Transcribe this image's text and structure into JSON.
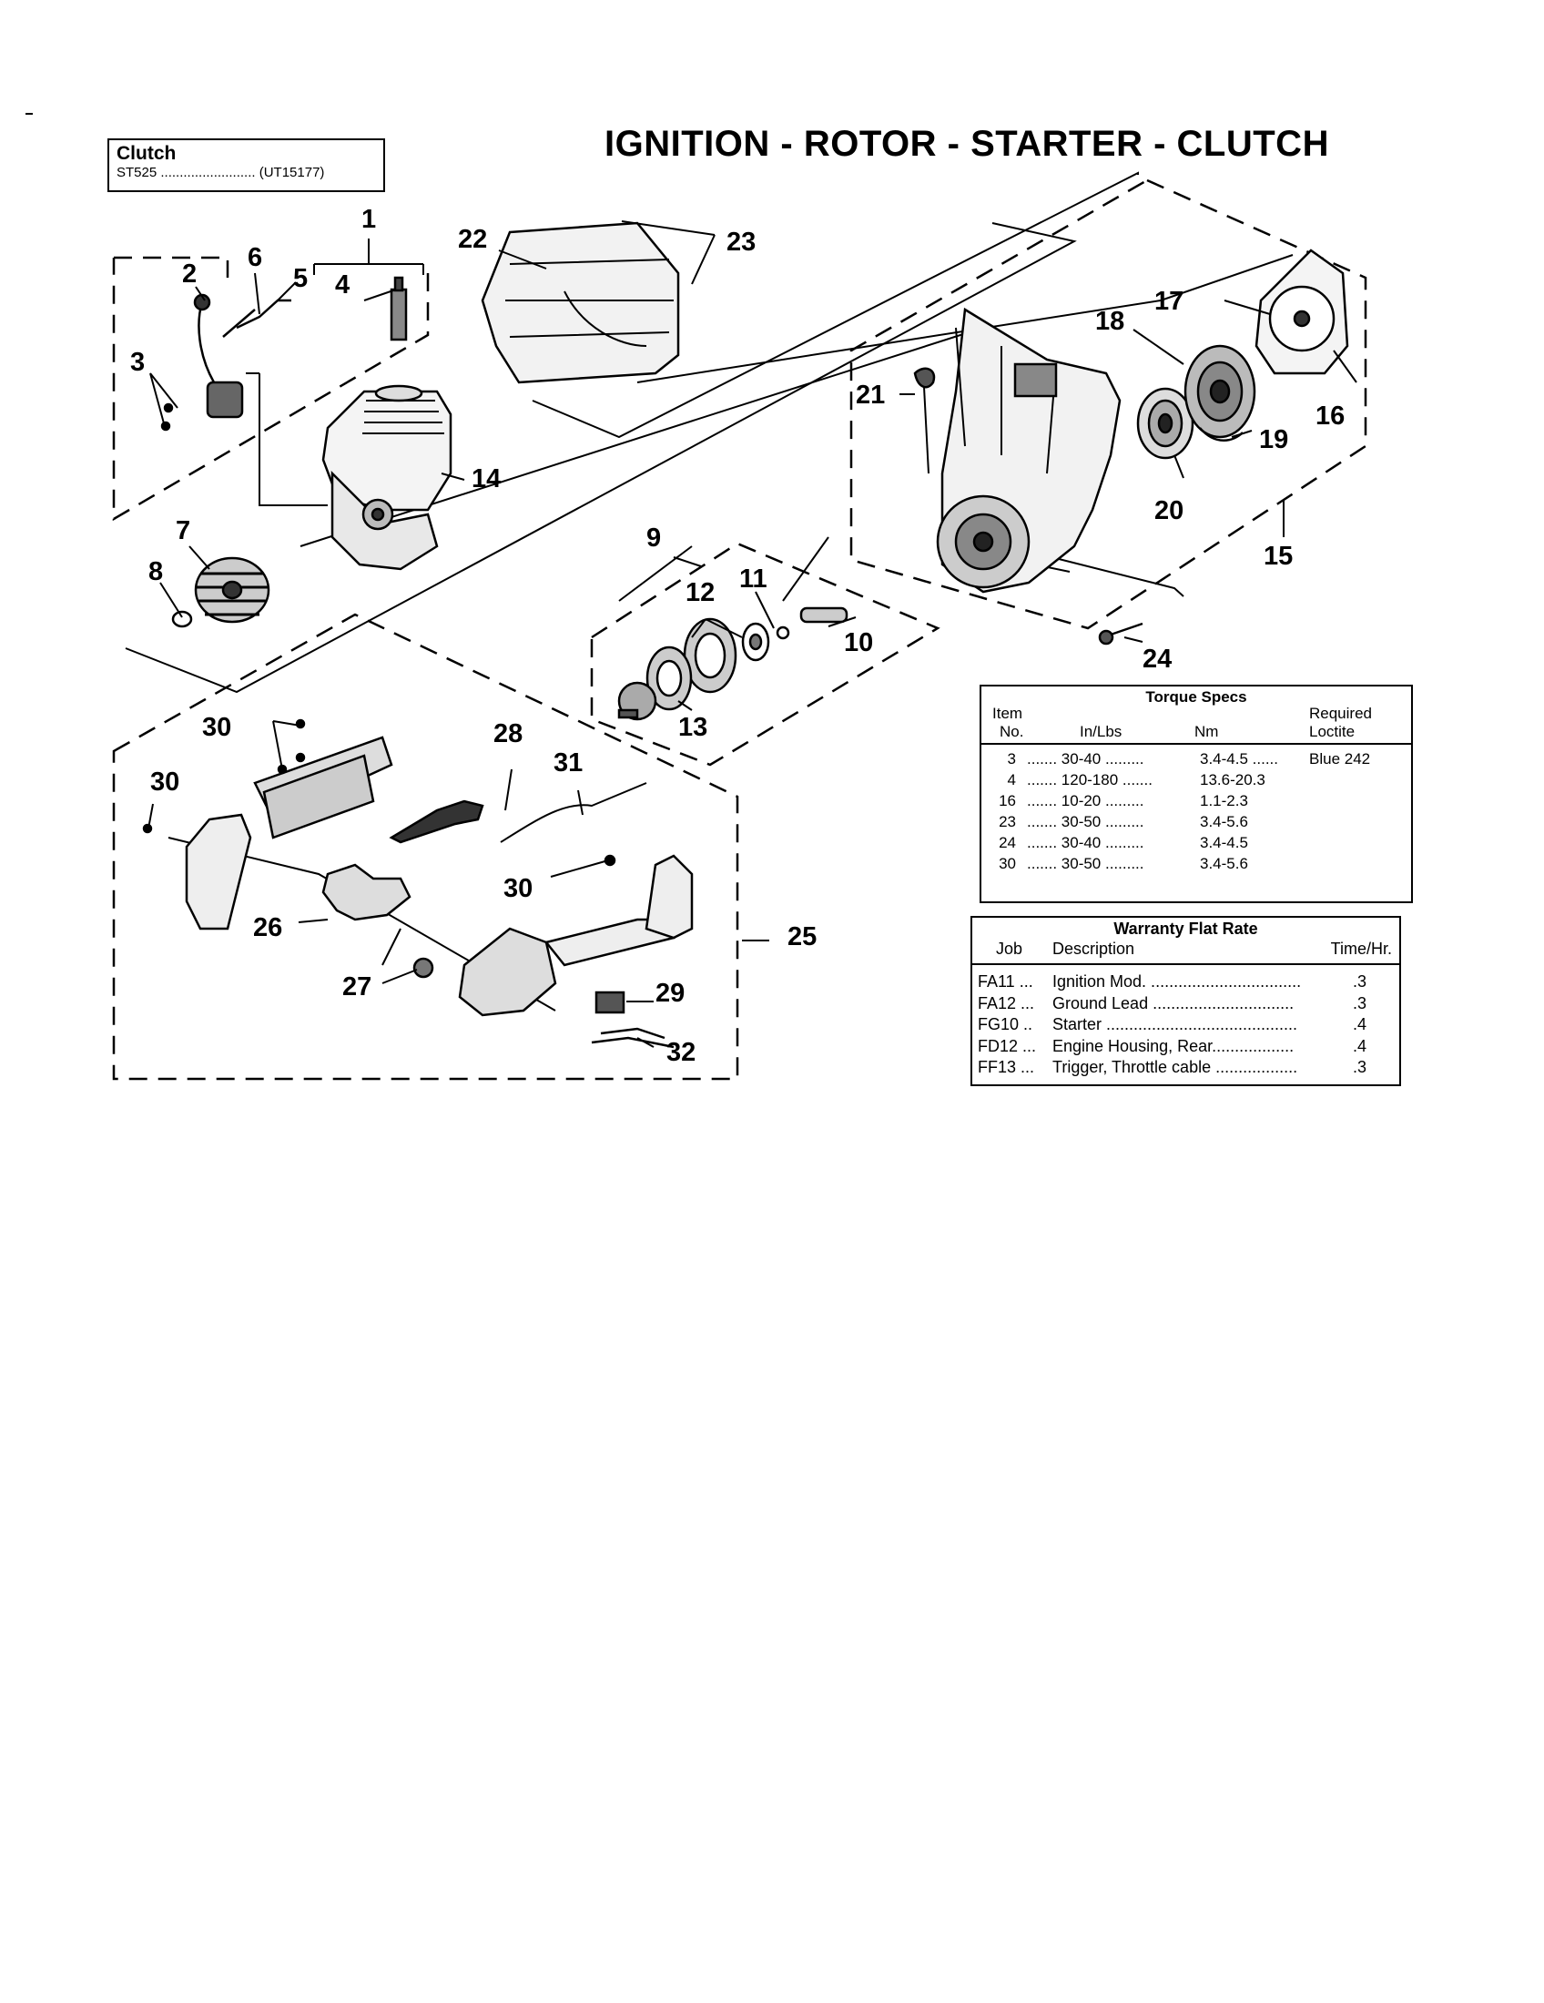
{
  "title": "IGNITION - ROTOR - STARTER - CLUTCH",
  "clutch_box": {
    "heading": "Clutch",
    "line": "ST525 ......................... (UT15177)"
  },
  "callouts": [
    "1",
    "2",
    "3",
    "4",
    "5",
    "6",
    "7",
    "8",
    "9",
    "10",
    "11",
    "12",
    "13",
    "14",
    "15",
    "16",
    "17",
    "18",
    "19",
    "20",
    "21",
    "22",
    "23",
    "24",
    "25",
    "26",
    "27",
    "28",
    "29",
    "30",
    "31",
    "32"
  ],
  "torque_specs": {
    "title": "Torque Specs",
    "col_item": "Item",
    "col_no": "No.",
    "col_inlbs": "In/Lbs",
    "col_nm": "Nm",
    "col_required": "Required",
    "col_loctite": "Loctite",
    "rows": [
      {
        "item": "3",
        "inlbs": "....... 30-40 .........",
        "nm": "3.4-4.5 ......",
        "loctite": "Blue 242"
      },
      {
        "item": "4",
        "inlbs": "....... 120-180 .......",
        "nm": "13.6-20.3",
        "loctite": ""
      },
      {
        "item": "16",
        "inlbs": "....... 10-20 .........",
        "nm": "1.1-2.3",
        "loctite": ""
      },
      {
        "item": "23",
        "inlbs": "....... 30-50 .........",
        "nm": "3.4-5.6",
        "loctite": ""
      },
      {
        "item": "24",
        "inlbs": "....... 30-40 .........",
        "nm": "3.4-4.5",
        "loctite": ""
      },
      {
        "item": "30",
        "inlbs": "....... 30-50 .........",
        "nm": "3.4-5.6",
        "loctite": ""
      }
    ]
  },
  "warranty": {
    "title": "Warranty Flat Rate",
    "col_job": "Job",
    "col_description": "Description",
    "col_time": "Time/Hr.",
    "rows": [
      {
        "job": "FA11 ...",
        "description": "Ignition Mod. .................................",
        "time": ".3"
      },
      {
        "job": "FA12 ...",
        "description": "Ground Lead ...............................",
        "time": ".3"
      },
      {
        "job": "FG10 ..",
        "description": "Starter ..........................................",
        "time": ".4"
      },
      {
        "job": "FD12 ...",
        "description": "Engine Housing, Rear..................",
        "time": ".4"
      },
      {
        "job": "FF13 ...",
        "description": "Trigger, Throttle cable ..................",
        "time": ".3"
      }
    ]
  }
}
